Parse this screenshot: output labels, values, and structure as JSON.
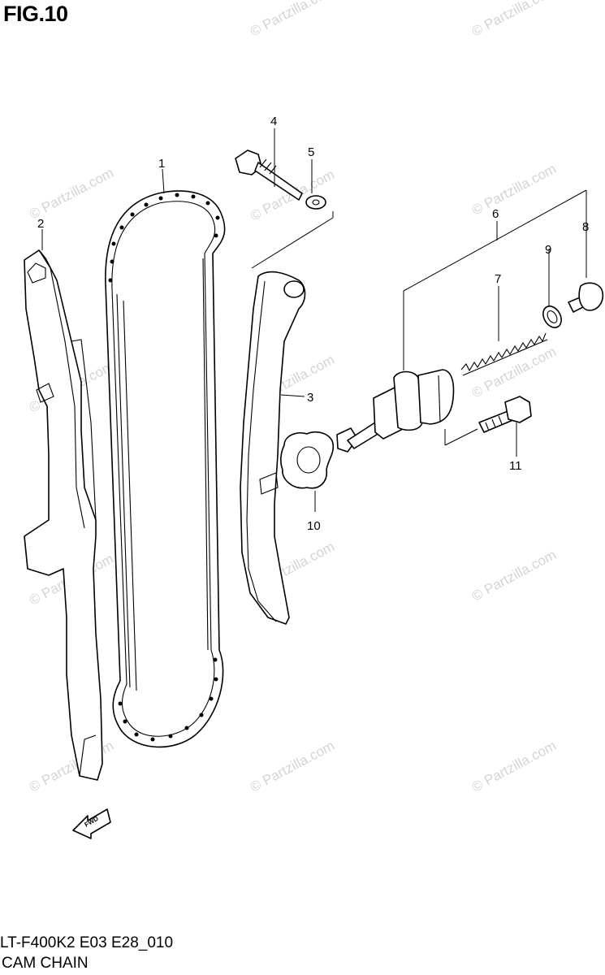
{
  "figure": {
    "title": "FIG.10"
  },
  "footer": {
    "model_code": "LT-F400K2 E03 E28_010",
    "part_name": "CAM CHAIN"
  },
  "watermark": {
    "text": "© Partzilla.com"
  },
  "direction_marker": {
    "label": "FWD"
  },
  "callouts": {
    "c1": "1",
    "c2": "2",
    "c3": "3",
    "c4": "4",
    "c5": "5",
    "c6": "6",
    "c7": "7",
    "c8": "8",
    "c9": "9",
    "c10": "10",
    "c11": "11"
  }
}
